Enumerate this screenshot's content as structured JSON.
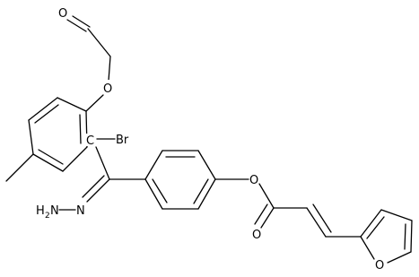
{
  "diagram": {
    "type": "chemical-structure",
    "background": "#ffffff",
    "line_color": "#000000",
    "atom_labels": {
      "o_aldehyde": "O",
      "o_ether": "O",
      "br": "Br",
      "c_center": "C",
      "n_hydrazone": "N",
      "nh2_prefix": "H",
      "nh2_sub": "2",
      "nh2_n": "N",
      "o_ester": "O",
      "o_carbonyl": "O",
      "o_furan": "O"
    }
  }
}
